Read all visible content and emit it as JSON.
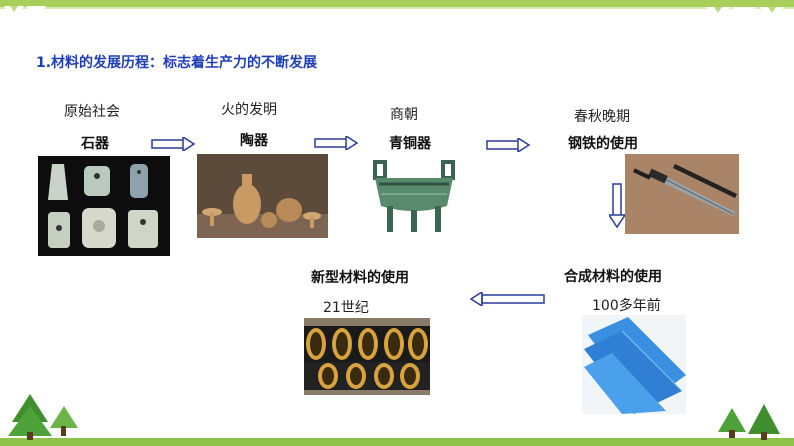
{
  "title": "1.材料的发展历程：标志着生产力的不断发展",
  "stages": [
    {
      "era": "原始社会",
      "material": "石器"
    },
    {
      "era": "火的发明",
      "material": "陶器"
    },
    {
      "era": "商朝",
      "material": "青铜器"
    },
    {
      "era": "春秋晚期",
      "material": "钢铁的使用"
    },
    {
      "material": "合成材料的使用",
      "era": "100多年前"
    },
    {
      "material": "新型材料的使用",
      "era": "21世纪"
    }
  ],
  "colors": {
    "title": "#1f3fb8",
    "arrow": "#2a3a9c",
    "accent_green": "#8fc24a"
  }
}
